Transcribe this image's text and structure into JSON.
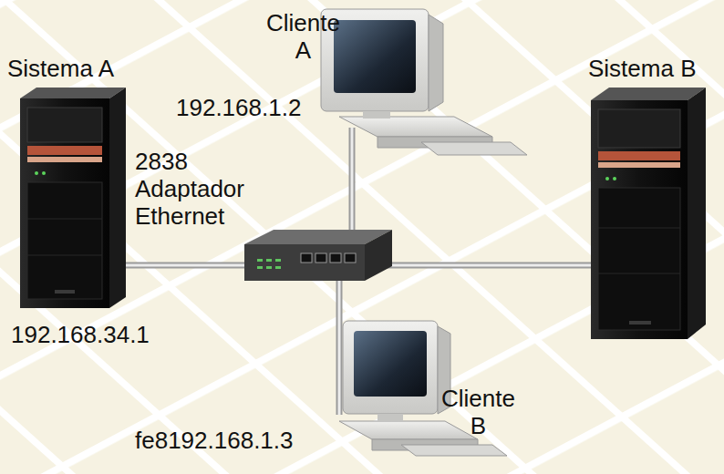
{
  "diagram": {
    "labels": [
      "Sistema A",
      "Cliente A",
      "192.168.1.2",
      "Sistema B",
      "2838 Adaptador Ethernet",
      "192.168.34.1",
      "Cliente B",
      "fe8192.168.1.3"
    ]
  }
}
